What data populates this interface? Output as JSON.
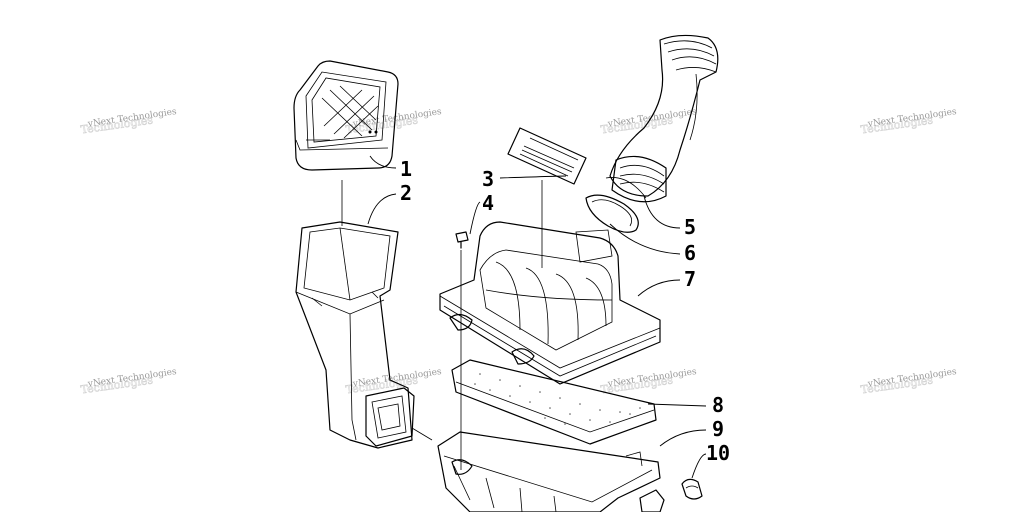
{
  "watermark": {
    "text": "vNext Technologies"
  },
  "callouts": [
    {
      "id": "callout-1",
      "label": "1"
    },
    {
      "id": "callout-2",
      "label": "2"
    },
    {
      "id": "callout-3",
      "label": "3"
    },
    {
      "id": "callout-4",
      "label": "4"
    },
    {
      "id": "callout-5",
      "label": "5"
    },
    {
      "id": "callout-6",
      "label": "6"
    },
    {
      "id": "callout-7",
      "label": "7"
    },
    {
      "id": "callout-8",
      "label": "8"
    },
    {
      "id": "callout-9",
      "label": "9"
    },
    {
      "id": "callout-10",
      "label": "10"
    }
  ],
  "colors": {
    "line": "#000000",
    "background": "#ffffff",
    "watermark": "#9a9a9a"
  }
}
